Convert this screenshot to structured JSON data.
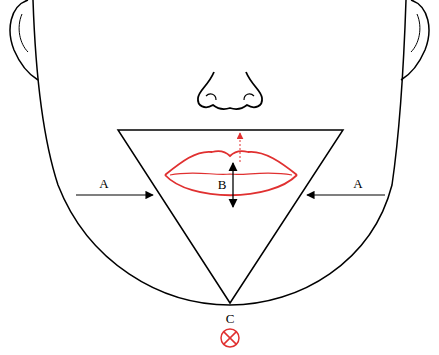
{
  "diagram": {
    "labels": [
      "A",
      "B",
      "A",
      "C"
    ]
  }
}
